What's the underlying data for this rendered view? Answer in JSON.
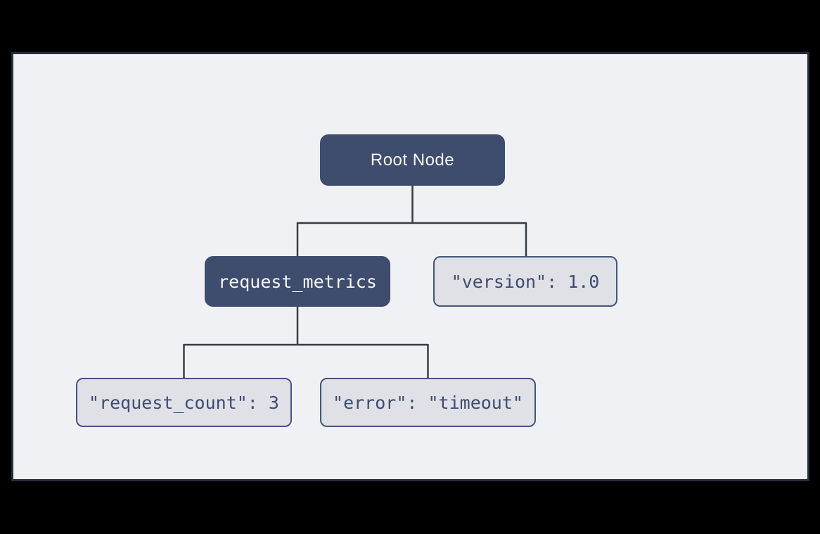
{
  "tree": {
    "nodes": [
      {
        "id": "root",
        "label": "Root Node",
        "variant": "dark",
        "font": "sans"
      },
      {
        "id": "request_metrics",
        "label": "request_metrics",
        "variant": "dark",
        "font": "mono"
      },
      {
        "id": "version",
        "label": "\"version\": 1.0",
        "variant": "light",
        "font": "mono"
      },
      {
        "id": "request_count",
        "label": "\"request_count\": 3",
        "variant": "light",
        "font": "mono"
      },
      {
        "id": "error",
        "label": "\"error\": \"timeout\"",
        "variant": "light",
        "font": "mono"
      }
    ],
    "edges": [
      {
        "from": "root",
        "to": "request_metrics"
      },
      {
        "from": "root",
        "to": "version"
      },
      {
        "from": "request_metrics",
        "to": "request_count"
      },
      {
        "from": "request_metrics",
        "to": "error"
      }
    ]
  },
  "colors": {
    "canvas_background": "#000000",
    "panel_background": "#f0f1f4",
    "panel_border": "#252e39",
    "node_dark_fill": "#3e4c6e",
    "node_dark_text": "#f5f6f8",
    "node_light_fill": "#dfe1e7",
    "node_light_border": "#44547a",
    "node_light_text": "#3e4c6e",
    "connector": "#363d45"
  }
}
